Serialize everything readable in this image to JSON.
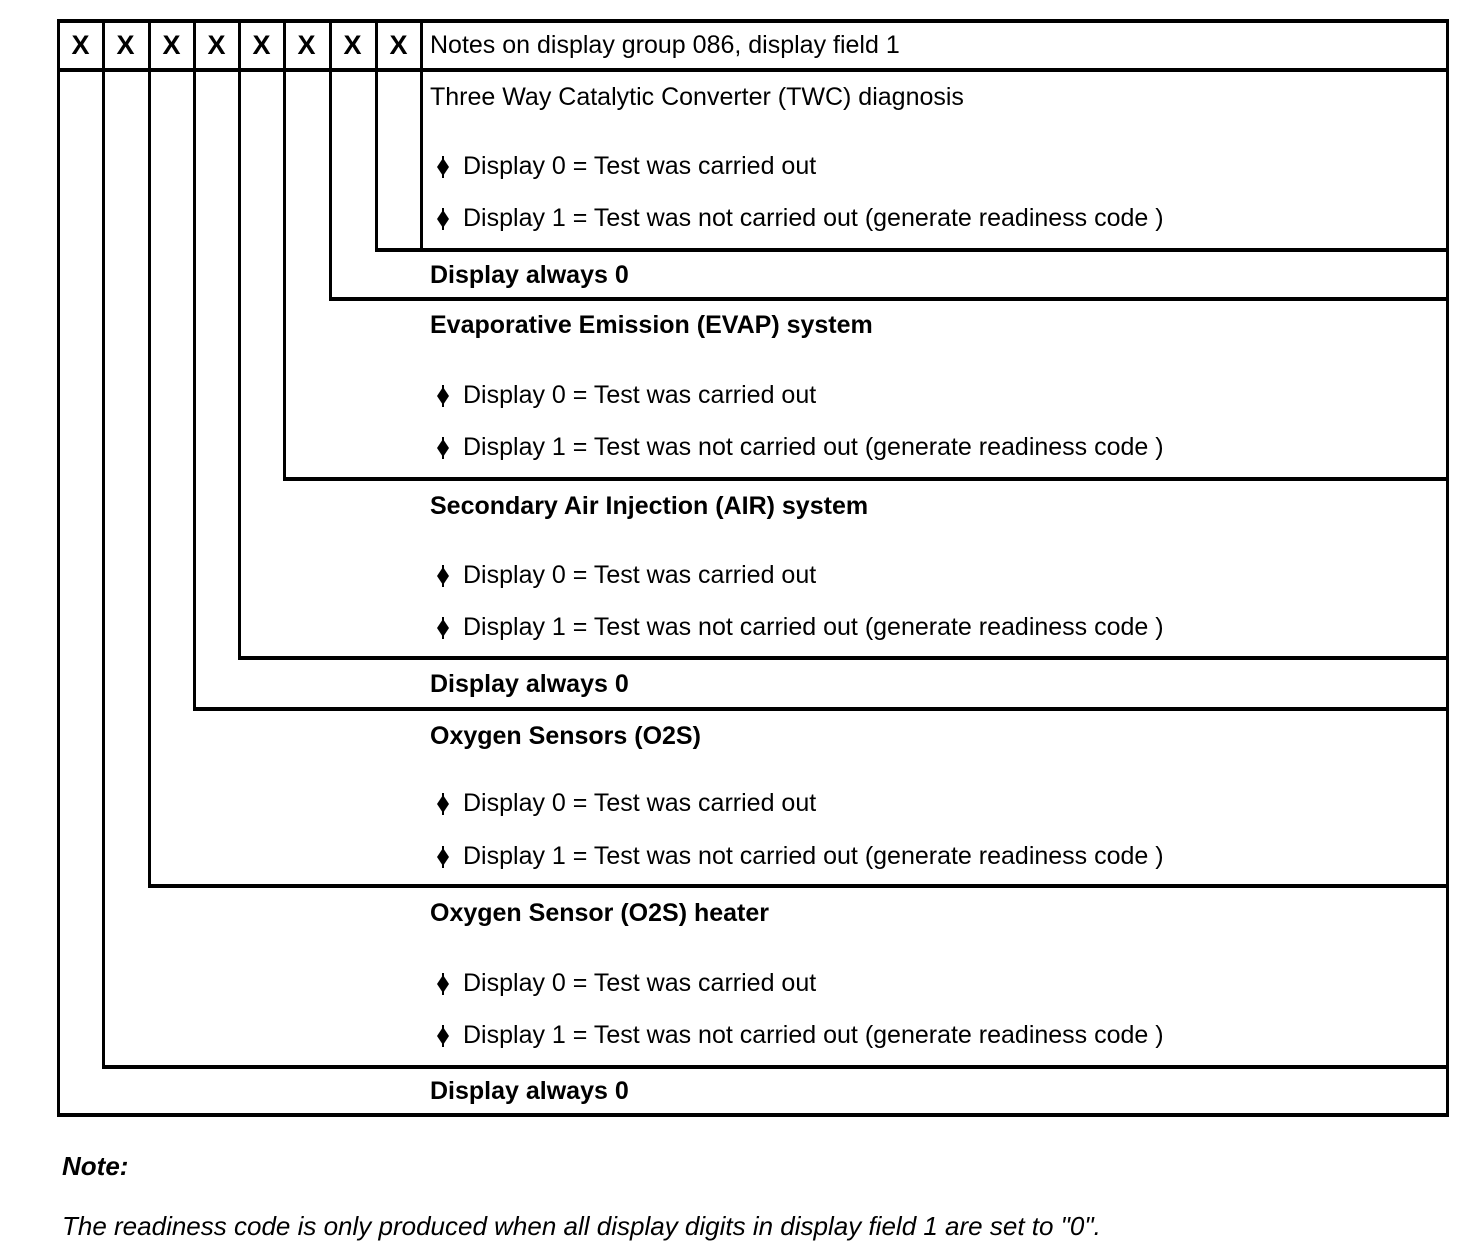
{
  "colors": {
    "ink": "#000000",
    "paper": "#ffffff"
  },
  "table": {
    "digit_cells": [
      "X",
      "X",
      "X",
      "X",
      "X",
      "X",
      "X",
      "X"
    ],
    "header_title": "Notes on display group 086, display field 1"
  },
  "icons": {
    "bullet": "diamond-bullet"
  },
  "sections": [
    {
      "id": "twc-diagnosis",
      "title": "Three Way Catalytic Converter (TWC) diagnosis",
      "title_bold": false,
      "bullets": [
        "Display 0 = Test was carried out",
        "Display 1 = Test was not carried out (generate readiness code )"
      ]
    },
    {
      "id": "always-zero-digit7",
      "title": "Display always 0",
      "title_bold": true,
      "bullets": []
    },
    {
      "id": "evap-system",
      "title": "Evaporative Emission (EVAP) system",
      "title_bold": true,
      "bullets": [
        "Display 0 = Test was carried out",
        "Display 1 = Test was not carried out (generate readiness code )"
      ]
    },
    {
      "id": "air-system",
      "title": "Secondary Air Injection (AIR) system",
      "title_bold": true,
      "bullets": [
        "Display 0 = Test was carried out",
        "Display 1 = Test was not carried out (generate readiness code )"
      ]
    },
    {
      "id": "always-zero-digit4",
      "title": "Display always 0",
      "title_bold": true,
      "bullets": []
    },
    {
      "id": "o2s-sensors",
      "title": "Oxygen Sensors (O2S)",
      "title_bold": true,
      "bullets": [
        "Display 0 = Test was carried out",
        "Display 1 = Test was not carried out (generate readiness code )"
      ]
    },
    {
      "id": "o2s-heater",
      "title": "Oxygen Sensor (O2S) heater",
      "title_bold": true,
      "bullets": [
        "Display 0 = Test was carried out",
        "Display 1 = Test was not carried out (generate readiness code )"
      ]
    },
    {
      "id": "always-zero-digit1",
      "title": "Display always 0",
      "title_bold": true,
      "bullets": []
    }
  ],
  "note": {
    "label": "Note:",
    "text": "The readiness code is only produced when all display digits in display field 1 are set to \"0\"."
  }
}
